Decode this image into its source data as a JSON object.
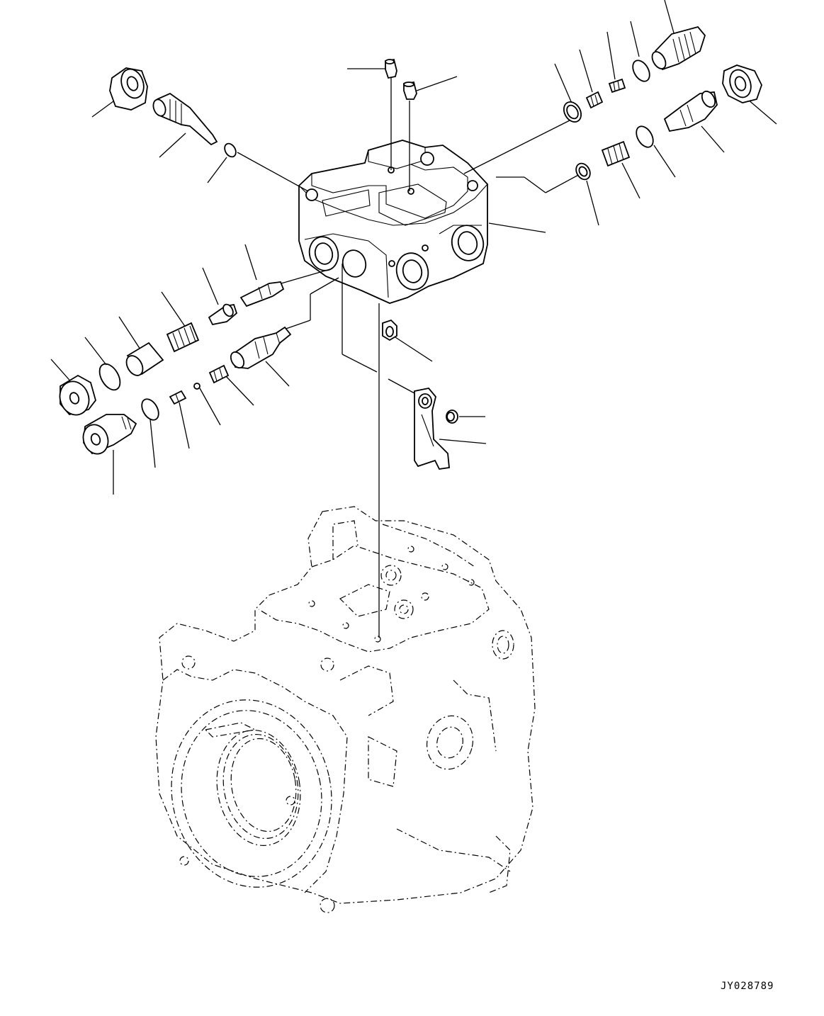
{
  "drawing": {
    "code": "JY028789"
  },
  "colors": {
    "line": "#000000",
    "background": "#ffffff"
  },
  "parts": [
    "valve-body",
    "pump-housing",
    "lever-bracket",
    "upper-left-plug-nut",
    "upper-left-valve-stem",
    "upper-left-o-ring",
    "top-plug-a",
    "top-plug-b",
    "upper-right-relief-plug",
    "upper-right-o-ring-a",
    "upper-right-spring-a",
    "upper-right-seat",
    "upper-right-nut",
    "upper-right-valve",
    "upper-right-o-ring-b",
    "upper-right-spring-b",
    "upper-right-seal-ring",
    "left-spool",
    "left-piston",
    "left-spring",
    "left-sleeve",
    "left-o-ring",
    "left-plug",
    "lower-valve",
    "lower-spring",
    "lower-ball",
    "lower-small-screw",
    "lower-o-ring",
    "lower-plug",
    "center-fitting",
    "lever-cap"
  ]
}
